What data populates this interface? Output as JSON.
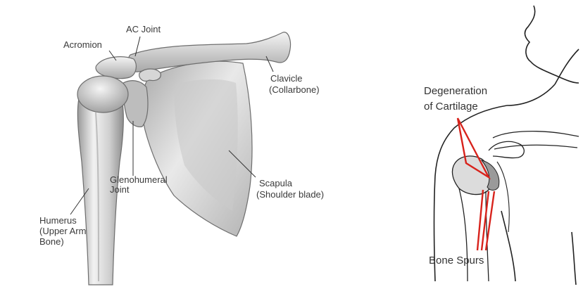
{
  "left_labels": {
    "ac_joint": "AC Joint",
    "acromion": "Acromion",
    "clavicle_1": "Clavicle",
    "clavicle_2": "(Collarbone)",
    "glenohumeral_1": "Glenohumeral",
    "glenohumeral_2": "Joint",
    "scapula_1": "Scapula",
    "scapula_2": "(Shoulder blade)",
    "humerus_1": "Humerus",
    "humerus_2": "(Upper Arm",
    "humerus_3": "Bone)"
  },
  "right_labels": {
    "degeneration_1": "Degeneration",
    "degeneration_2": "of Cartilage",
    "bone_spurs": "Bone Spurs"
  },
  "colors": {
    "bone_light": "#eeeeee",
    "bone_mid": "#bdbdbd",
    "bone_dark": "#8a8a8a",
    "pointer_red": "#d8231c",
    "outline": "#222222"
  }
}
